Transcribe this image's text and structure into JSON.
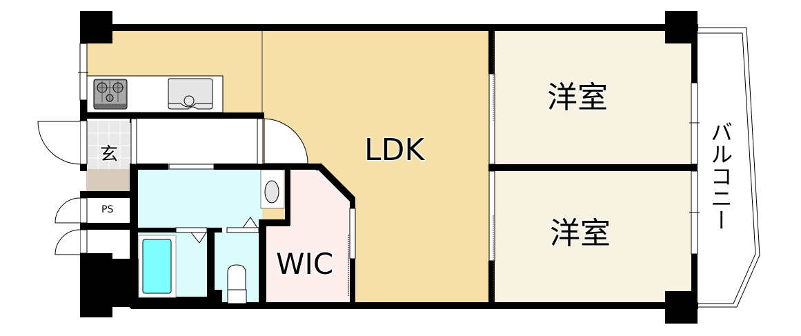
{
  "floorplan": {
    "rooms": [
      {
        "id": "ldk",
        "label": "LDK",
        "color": "#f5e0a8"
      },
      {
        "id": "western-room-1",
        "label": "洋室",
        "color": "#f8f2e2"
      },
      {
        "id": "western-room-2",
        "label": "洋室",
        "color": "#f8f2e2"
      },
      {
        "id": "wic",
        "label": "WIC",
        "color": "#fcefee"
      },
      {
        "id": "entrance",
        "label": "玄",
        "color": "#e9e9e9"
      },
      {
        "id": "pipe-space",
        "label": "PS",
        "color": "#ffffff"
      },
      {
        "id": "balcony",
        "label": "バルコニー",
        "color": "#ffffff"
      },
      {
        "id": "washroom",
        "label": "",
        "color": "#dcfcfc"
      },
      {
        "id": "bathroom",
        "label": "",
        "color": "#dcfcfc"
      },
      {
        "id": "toilet",
        "label": "",
        "color": "#dcfcfc"
      }
    ],
    "colors": {
      "wall": "#000000",
      "kitchen_floor": "#f5e0a8",
      "genkan_step": "#d7cbbd",
      "bathtub": "#80ffff",
      "fixture_gray": "#e6e6e6"
    }
  }
}
